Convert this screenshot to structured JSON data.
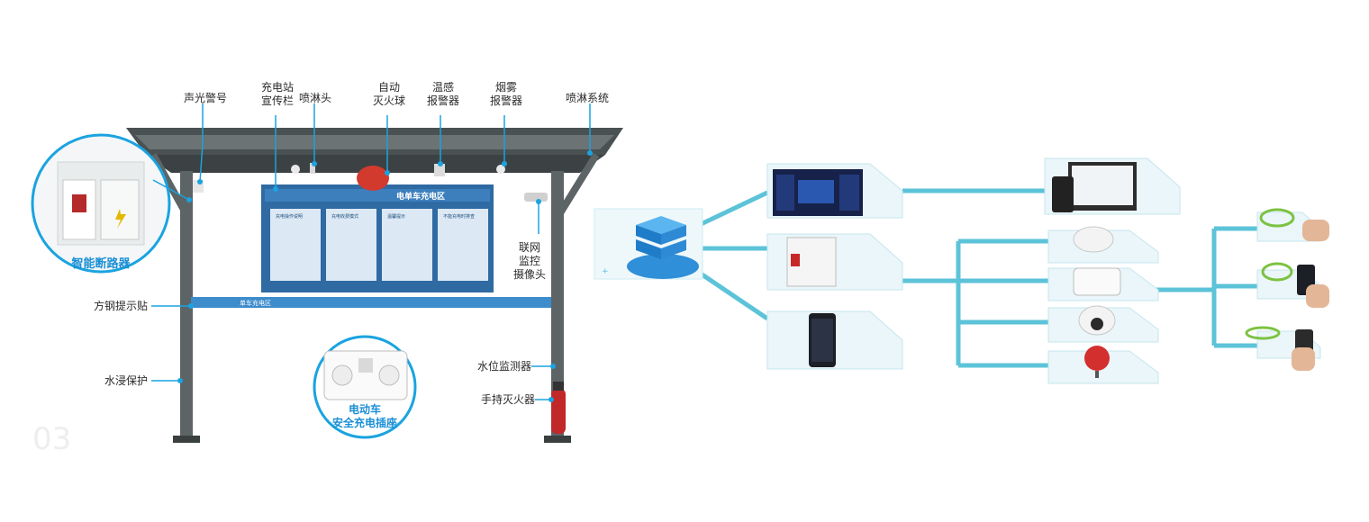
{
  "labels": {
    "sound_light_alarm": "声光警号",
    "station_board_1": "充电站",
    "station_board_2": "宣传栏",
    "sprinkler_head": "喷淋头",
    "fire_ball_1": "自动",
    "fire_ball_2": "灭火球",
    "temp_alarm_1": "温感",
    "temp_alarm_2": "报警器",
    "smoke_alarm_1": "烟雾",
    "smoke_alarm_2": "报警器",
    "sprinkler_system": "喷淋系统",
    "breaker_caption": "智能断路器",
    "camera_1": "联网",
    "camera_2": "监控",
    "camera_3": "摄像头",
    "steel_sticker": "方钢提示贴",
    "flood_protect": "水浸保护",
    "water_level": "水位监测器",
    "extinguisher": "手持灭火器",
    "socket_caption_1": "电动车",
    "socket_caption_2": "安全充电插座"
  },
  "billboard": {
    "title": "电单车充电区",
    "strip_text": "单车充电区",
    "panels": [
      "充电操作说明",
      "充电收费模式",
      "温馨提示",
      "不能充电时排查"
    ]
  },
  "page_number": "03",
  "colors": {
    "accent": "#1a8fd6",
    "connector": "#5cc3d8",
    "canopy": "#4a5152",
    "pole": "#5d6465"
  }
}
